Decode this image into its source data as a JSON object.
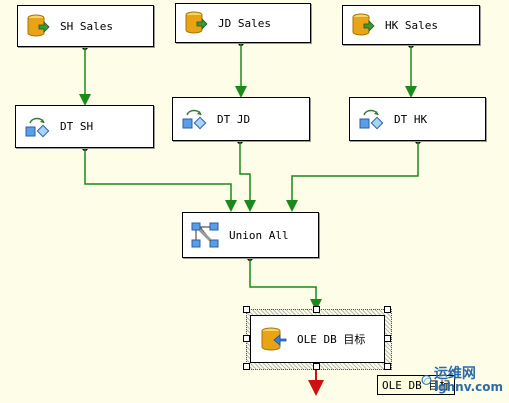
{
  "nodes": {
    "sh_sales": {
      "label": "SH Sales"
    },
    "jd_sales": {
      "label": "JD Sales"
    },
    "hk_sales": {
      "label": "HK Sales"
    },
    "dt_sh": {
      "label": "DT SH"
    },
    "dt_jd": {
      "label": "DT JD"
    },
    "dt_hk": {
      "label": "DT HK"
    },
    "union_all": {
      "label": "Union All"
    },
    "ole_db_target": {
      "label": "OLE DB 目标"
    }
  },
  "tooltip": {
    "text": "OLE DB 目标"
  },
  "watermark": {
    "line1": "运维网",
    "line2": "lghnv.com"
  },
  "colors": {
    "canvas_bg": "#fdfde8",
    "success_path": "#1a8a1a",
    "error_path": "#d01010",
    "db_icon": "#e8a317",
    "arrow_icon": "#3a9a3a",
    "transform_icon": "#3a7ed8"
  },
  "icons": {
    "source": "database-source-icon",
    "transform": "data-conversion-icon",
    "union": "union-all-icon",
    "destination": "database-destination-icon"
  }
}
